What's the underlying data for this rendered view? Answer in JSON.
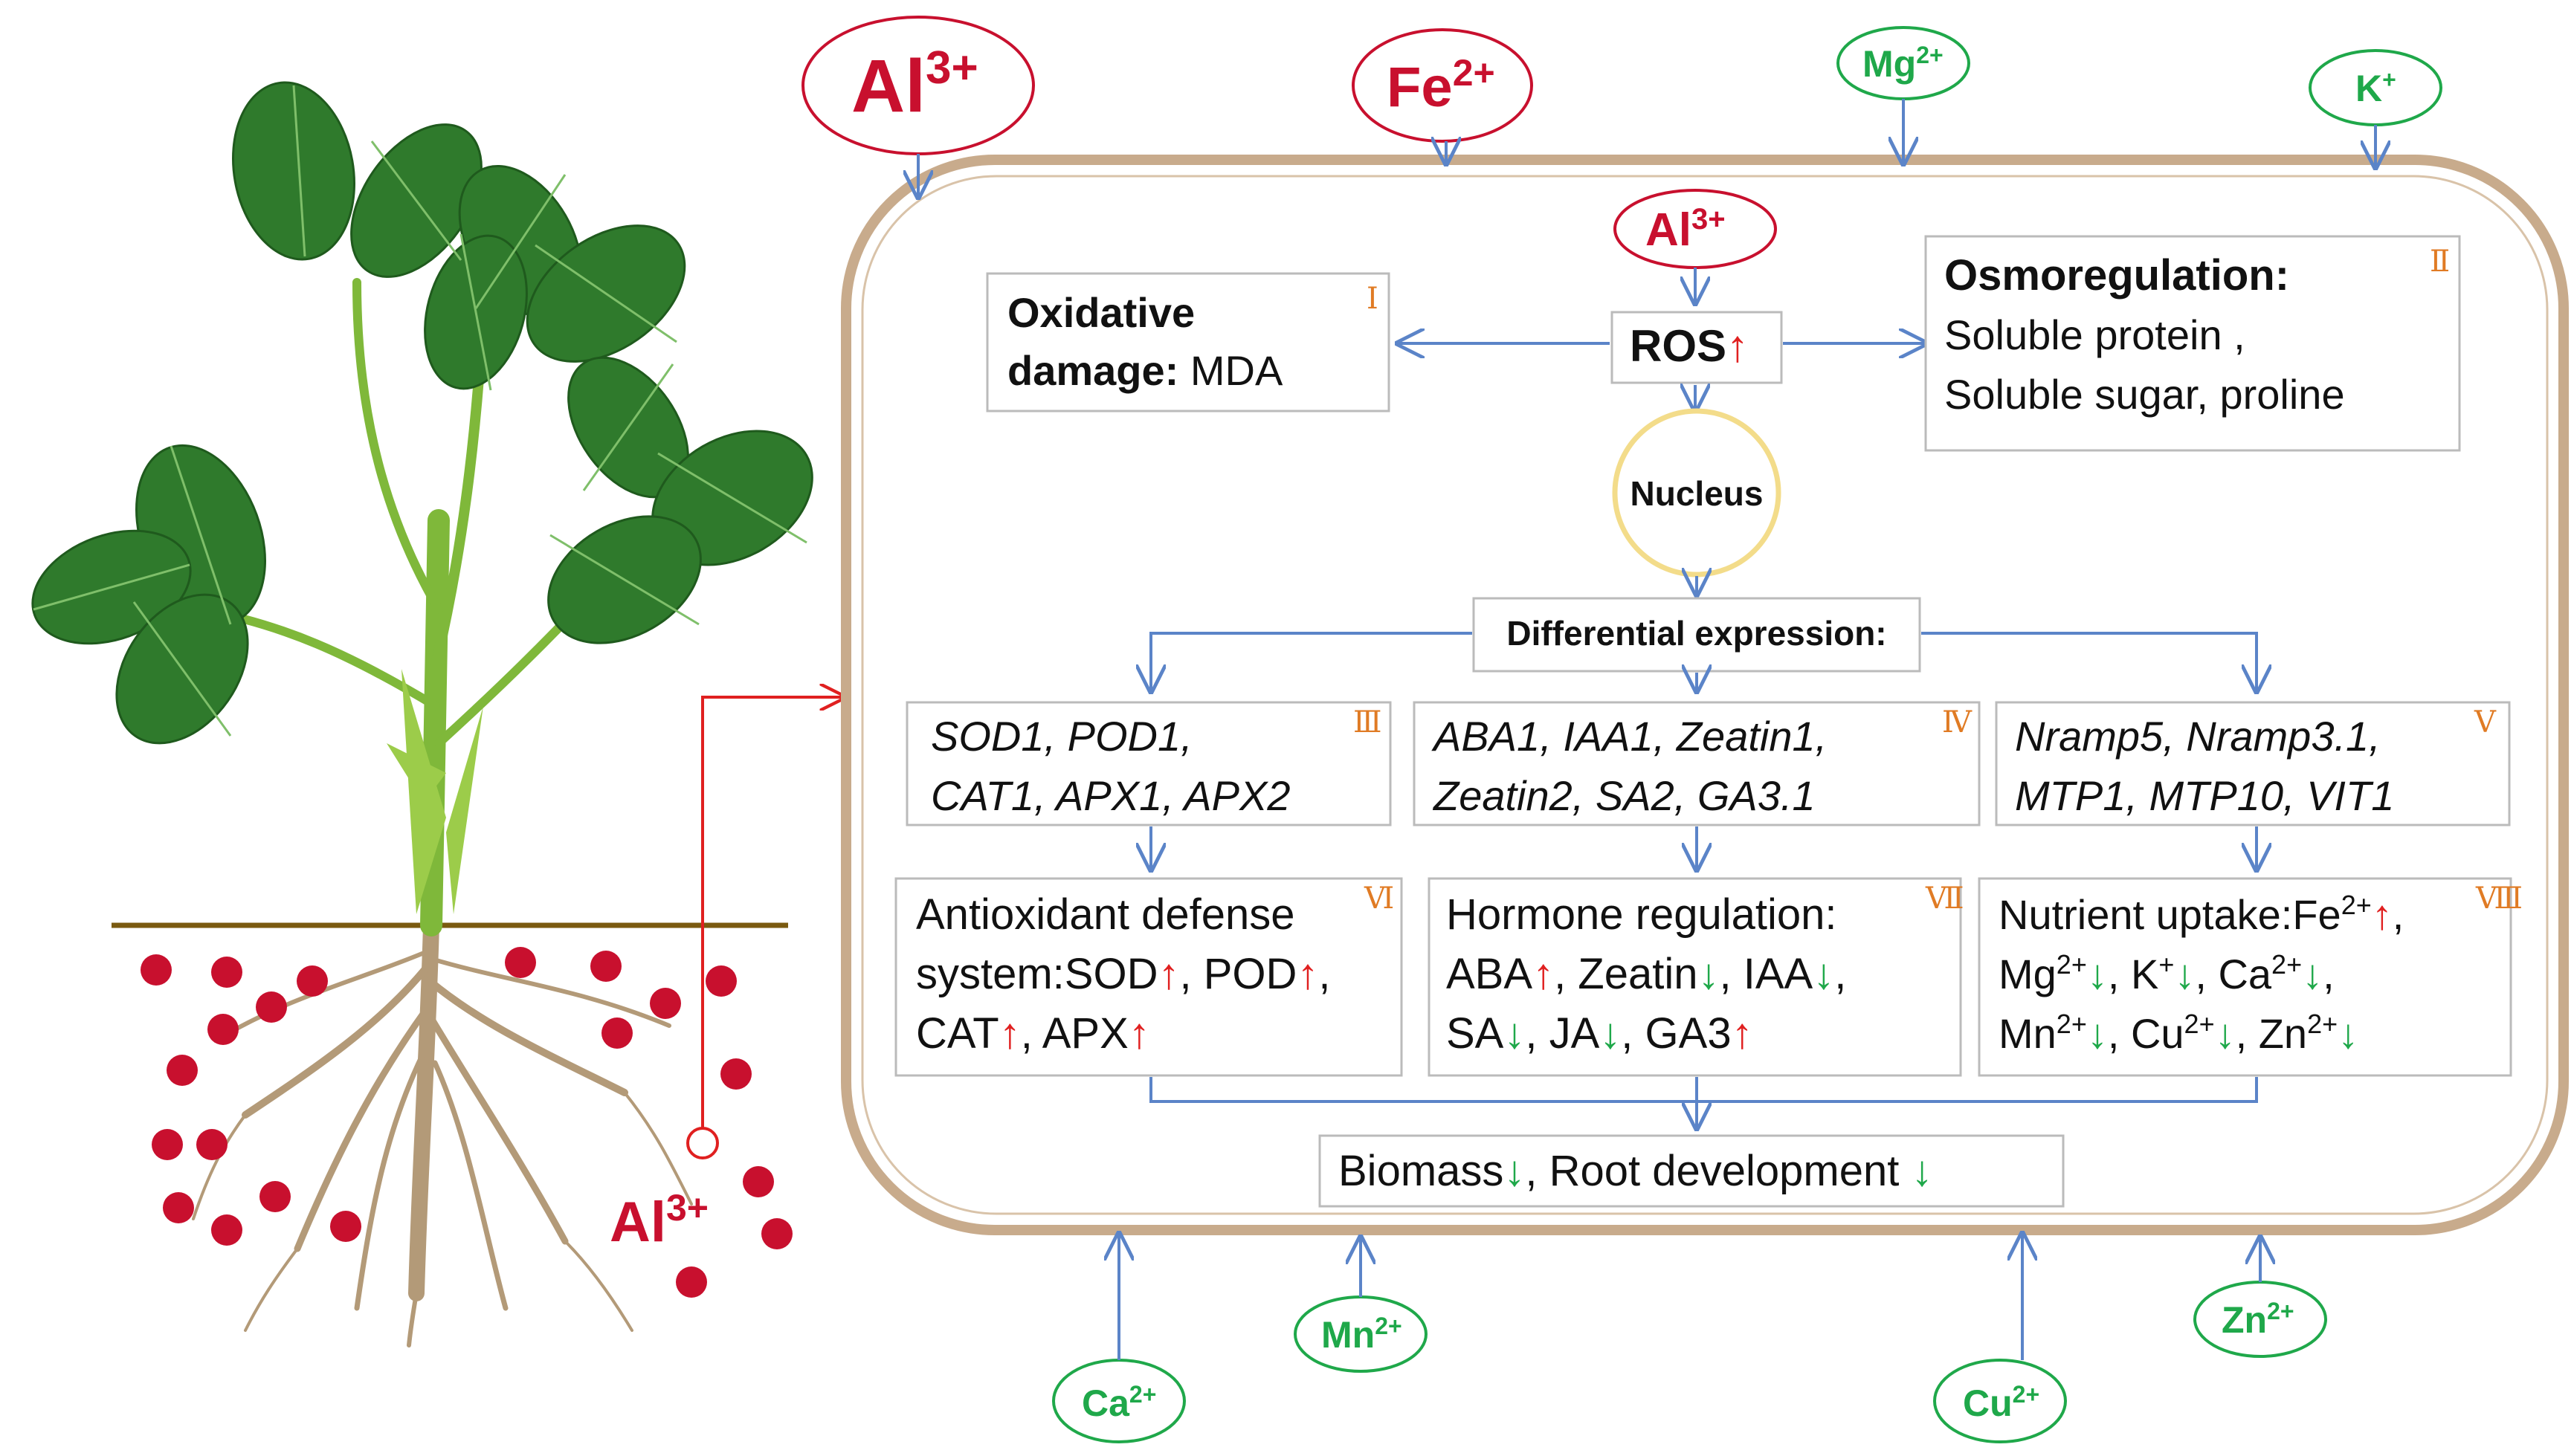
{
  "outer_ions": {
    "al": "Al",
    "al_sup": "3+",
    "fe": "Fe",
    "fe_sup": "2+",
    "mg": "Mg",
    "mg_sup": "2+",
    "k": "K",
    "k_sup": "+",
    "ca": "Ca",
    "ca_sup": "2+",
    "mn": "Mn",
    "mn_sup": "2+",
    "cu": "Cu",
    "cu_sup": "2+",
    "zn": "Zn",
    "zn_sup": "2+"
  },
  "soil": {
    "ion": "Al",
    "ion_sup": "3+"
  },
  "center": {
    "al": "Al",
    "al_sup": "3+",
    "ros": "ROS",
    "ros_arrow": "↑",
    "nucleus": "Nucleus",
    "diff": "Differential expression:"
  },
  "box_I": {
    "numeral": "Ⅰ",
    "line1": "Oxidative",
    "line2_bold": "damage:",
    "line2_rest": " MDA"
  },
  "box_II": {
    "numeral": "Ⅱ",
    "line1": "Osmoregulation:",
    "line2": "Soluble protein ,",
    "line3": "Soluble sugar, proline"
  },
  "box_III": {
    "numeral": "Ⅲ",
    "line1": "SOD1, POD1,",
    "line2": "CAT1, APX1, APX2"
  },
  "box_IV": {
    "numeral": "Ⅳ",
    "line1": "ABA1, IAA1, Zeatin1,",
    "line2": "Zeatin2, SA2, GA3.1"
  },
  "box_V": {
    "numeral": "Ⅴ",
    "line1": "Nramp5, Nramp3.1,",
    "line2": "MTP1, MTP10, VIT1"
  },
  "box_VI": {
    "numeral": "Ⅵ",
    "l1": "Antioxidant defense",
    "l2a": "system:SOD",
    "l2b": ", POD",
    "l3a": "CAT",
    "l3b": ", APX"
  },
  "box_VII": {
    "numeral": "Ⅶ",
    "l1": "Hormone regulation:",
    "l2a": "ABA",
    "l2b": ", Zeatin",
    "l2c": ", IAA",
    "l2d": ",",
    "l3a": "SA",
    "l3b": ", JA",
    "l3c": ", GA3"
  },
  "box_VIII": {
    "numeral": "Ⅷ",
    "l1a": "Nutrient uptake:Fe",
    "l1sup": "2+",
    "l1c": ",",
    "l2a": "Mg",
    "l2sup": "2+",
    "l2b": ", K",
    "l2sup2": "+",
    "l2c": ", Ca",
    "l2sup3": "2+",
    "l2d": ",",
    "l3a": "Mn",
    "l3sup": "2+",
    "l3b": ", Cu",
    "l3sup2": "2+",
    "l3c": ", Zn",
    "l3sup3": "2+"
  },
  "bottom": {
    "a": "Biomass",
    "b": ", Root development "
  },
  "arrows": {
    "up": "↑",
    "down": "↓"
  },
  "colors": {
    "al_red": "#c8102e",
    "ion_green": "#1fa84a",
    "arrow_blue": "#5b84c8",
    "cell_wall": "#c8ab8c",
    "numeral_orange": "#e07b24",
    "leaf": "#2e7d32",
    "up_red": "#e02020",
    "down_green": "#1fa84a",
    "soil_line": "#7a5a10"
  }
}
